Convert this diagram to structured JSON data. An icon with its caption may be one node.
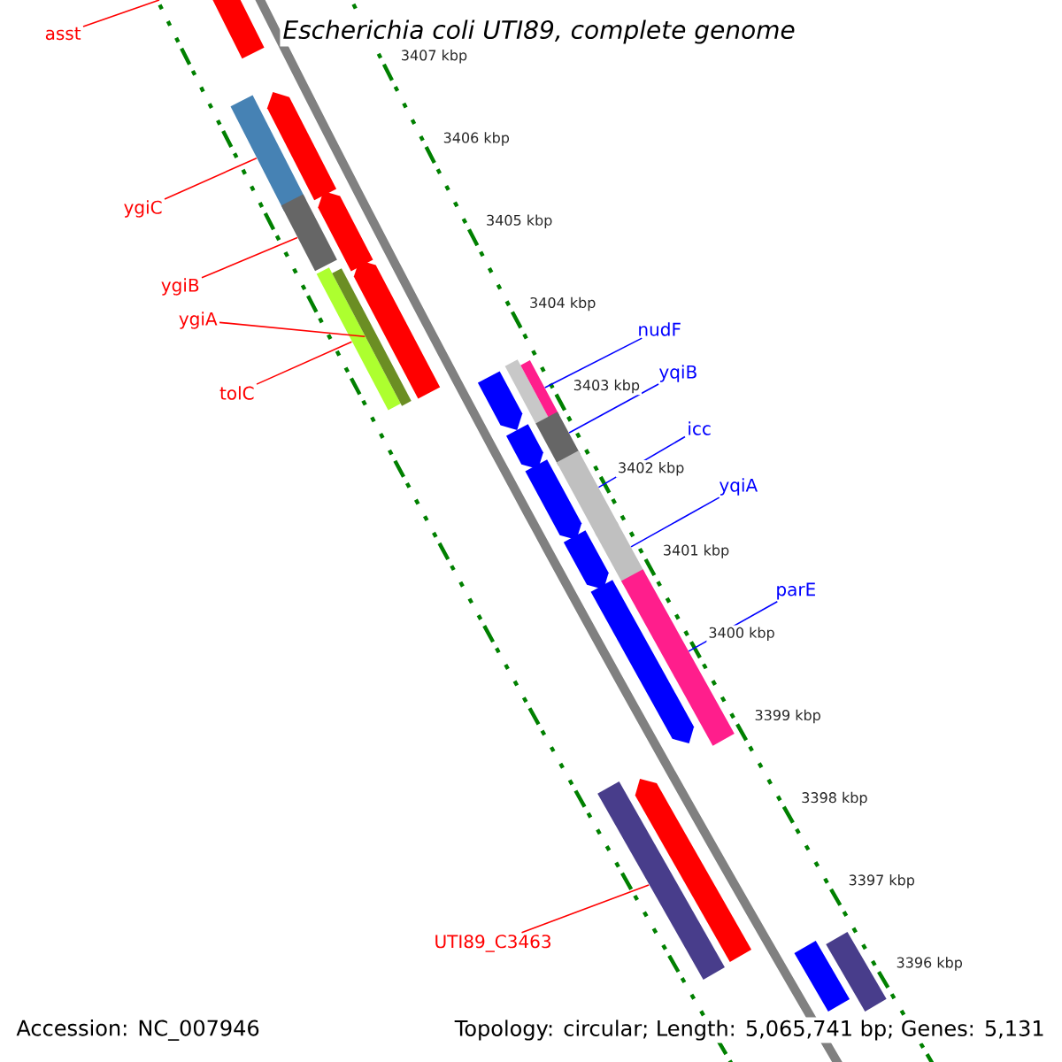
{
  "diagram": {
    "title": "Escherichia coli UTI89, complete genome",
    "nodes": [
      {
        "text": [
          "asst"
        ]
      },
      {
        "text": [
          "ygiC"
        ]
      },
      {
        "text": [
          "ygiB"
        ]
      },
      {
        "text": [
          "ygiA"
        ]
      },
      {
        "text": [
          "tolC"
        ]
      },
      {
        "text": [
          "nudF"
        ]
      },
      {
        "text": [
          "yqiB"
        ]
      },
      {
        "text": [
          "icc"
        ]
      },
      {
        "text": [
          "yqiA"
        ]
      },
      {
        "text": [
          "parE"
        ]
      },
      {
        "text": [
          "UTI89_C3463"
        ]
      },
      {
        "text": [],
        "shape": "bar"
      },
      {
        "text": [],
        "shape": "bar"
      },
      {
        "text": [],
        "shape": "bar"
      },
      {
        "text": [],
        "shape": "bar"
      },
      {
        "text": [],
        "shape": "bar"
      },
      {
        "text": [],
        "shape": "bar"
      },
      {
        "text": [],
        "shape": "bar"
      },
      {
        "text": [],
        "shape": "bar"
      },
      {
        "text": [],
        "shape": "bar"
      },
      {
        "text": [],
        "shape": "bar"
      },
      {
        "text": [],
        "shape": "bar"
      },
      {
        "text": [],
        "shape": "bar"
      },
      {
        "text": [],
        "shape": "bar"
      },
      {
        "text": [],
        "shape": "bar"
      },
      {
        "text": [],
        "shape": "bar"
      },
      {
        "text": [],
        "shape": "bar"
      },
      {
        "text": [],
        "shape": "bar"
      },
      {
        "text": [],
        "shape": "bar"
      },
      {
        "text": [],
        "shape": "bar"
      },
      {
        "text": [],
        "shape": "bar"
      },
      {
        "text": [],
        "shape": "bar"
      },
      {
        "text": [],
        "shape": "bar"
      },
      {
        "text": [],
        "shape": "bar"
      }
    ],
    "edges": [
      {
        "from": 0,
        "to": null,
        "arrow": "none",
        "color": "#ff0000"
      },
      {
        "from": 1,
        "to": 13,
        "arrow": "none",
        "color": "#ff0000"
      },
      {
        "from": 2,
        "to": 15,
        "arrow": "none",
        "color": "#ff0000"
      },
      {
        "from": 3,
        "to": 18,
        "arrow": "none",
        "color": "#ff0000"
      },
      {
        "from": 4,
        "to": 17,
        "arrow": "none",
        "color": "#ff0000"
      },
      {
        "from": 5,
        "to": 20,
        "arrow": "none",
        "color": "#0000ff"
      },
      {
        "from": 6,
        "to": 22,
        "arrow": "none",
        "color": "#0000ff"
      },
      {
        "from": 7,
        "to": 24,
        "arrow": "none",
        "color": "#0000ff"
      },
      {
        "from": 8,
        "to": 26,
        "arrow": "none",
        "color": "#0000ff"
      },
      {
        "from": 9,
        "to": 28,
        "arrow": "none",
        "color": "#0000ff"
      },
      {
        "from": 10,
        "to": 31,
        "arrow": "none",
        "color": "#ff0000"
      }
    ],
    "labels": [
      "3407 kbp",
      "3406 kbp",
      "3405 kbp",
      "3404 kbp",
      "3403 kbp",
      "3402 kbp",
      "3401 kbp",
      "3400 kbp",
      "3399 kbp",
      "3398 kbp",
      "3397 kbp",
      "3396 kbp",
      "Accession: NC_007946",
      "Topology: circular; Length: 5,065,741 bp; Genes: 5,131"
    ]
  }
}
